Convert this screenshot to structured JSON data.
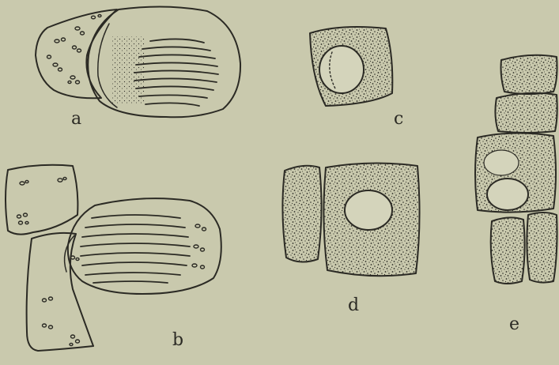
{
  "figure": {
    "labels": {
      "a": "a",
      "b": "b",
      "c": "c",
      "d": "d",
      "e": "e"
    }
  },
  "colors": {
    "paper": "#c9c9ad",
    "ink": "#2b2a24",
    "cell_fill": "#d4d4bb"
  }
}
